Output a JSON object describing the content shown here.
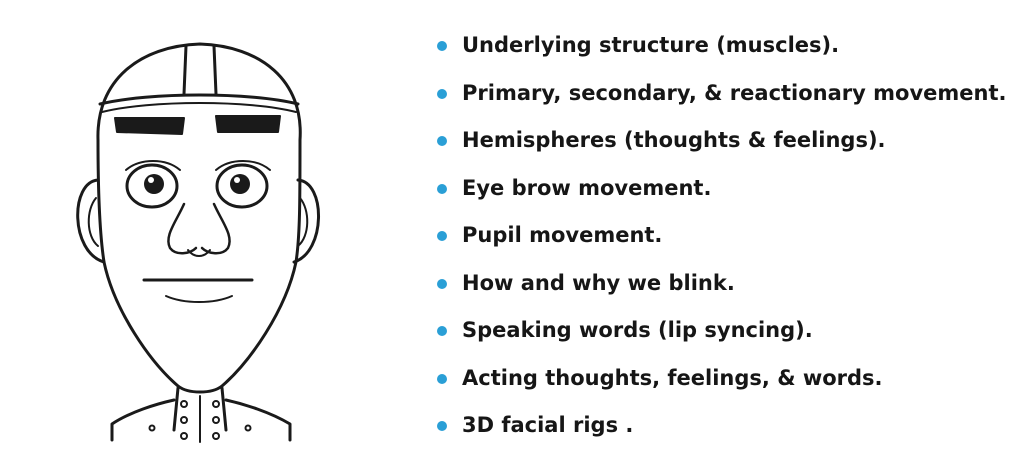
{
  "bullet_color": "#2a9fd6",
  "illustration": {
    "subject": "cartoon face line drawing"
  },
  "topics": [
    {
      "label": "Underlying structure (muscles)."
    },
    {
      "label": "Primary, secondary, & reactionary movement."
    },
    {
      "label": "Hemispheres (thoughts & feelings)."
    },
    {
      "label": "Eye brow movement."
    },
    {
      "label": "Pupil movement."
    },
    {
      "label": "How and why we blink."
    },
    {
      "label": "Speaking words (lip syncing)."
    },
    {
      "label": "Acting thoughts, feelings, & words."
    },
    {
      "label": "3D facial rigs ."
    }
  ]
}
